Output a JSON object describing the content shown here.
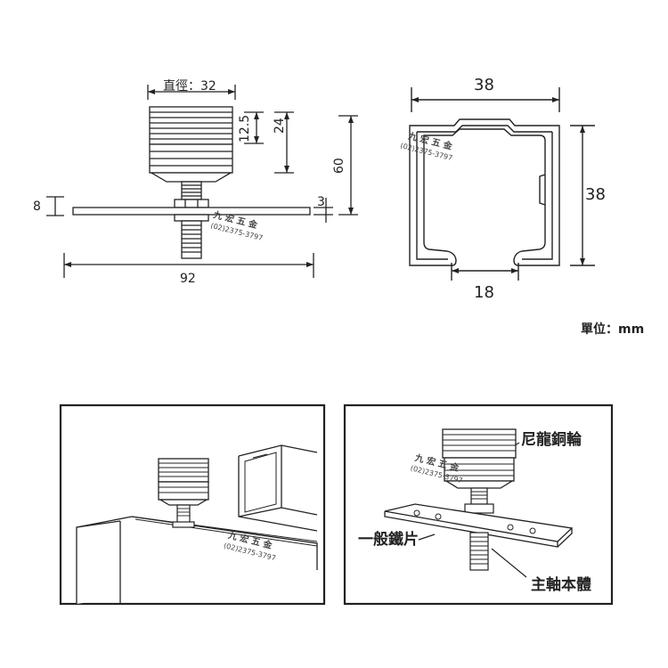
{
  "dimensions": {
    "diameter": "直徑：32",
    "h_12_5": "12.5",
    "h_24": "24",
    "h_60": "60",
    "h_8": "8",
    "h_3": "3",
    "w_92": "92",
    "rail_width": "38",
    "rail_height": "38",
    "rail_opening": "18"
  },
  "unit_label": "單位：mm",
  "labels": {
    "nylon_wheel": "尼龍銅輪",
    "iron_plate": "一般鐵片",
    "main_shaft": "主軸本體"
  },
  "watermark": {
    "name": "九 宏 五 金",
    "phone": "(02)2375-3797"
  },
  "colors": {
    "line": "#222222",
    "background": "#ffffff"
  }
}
